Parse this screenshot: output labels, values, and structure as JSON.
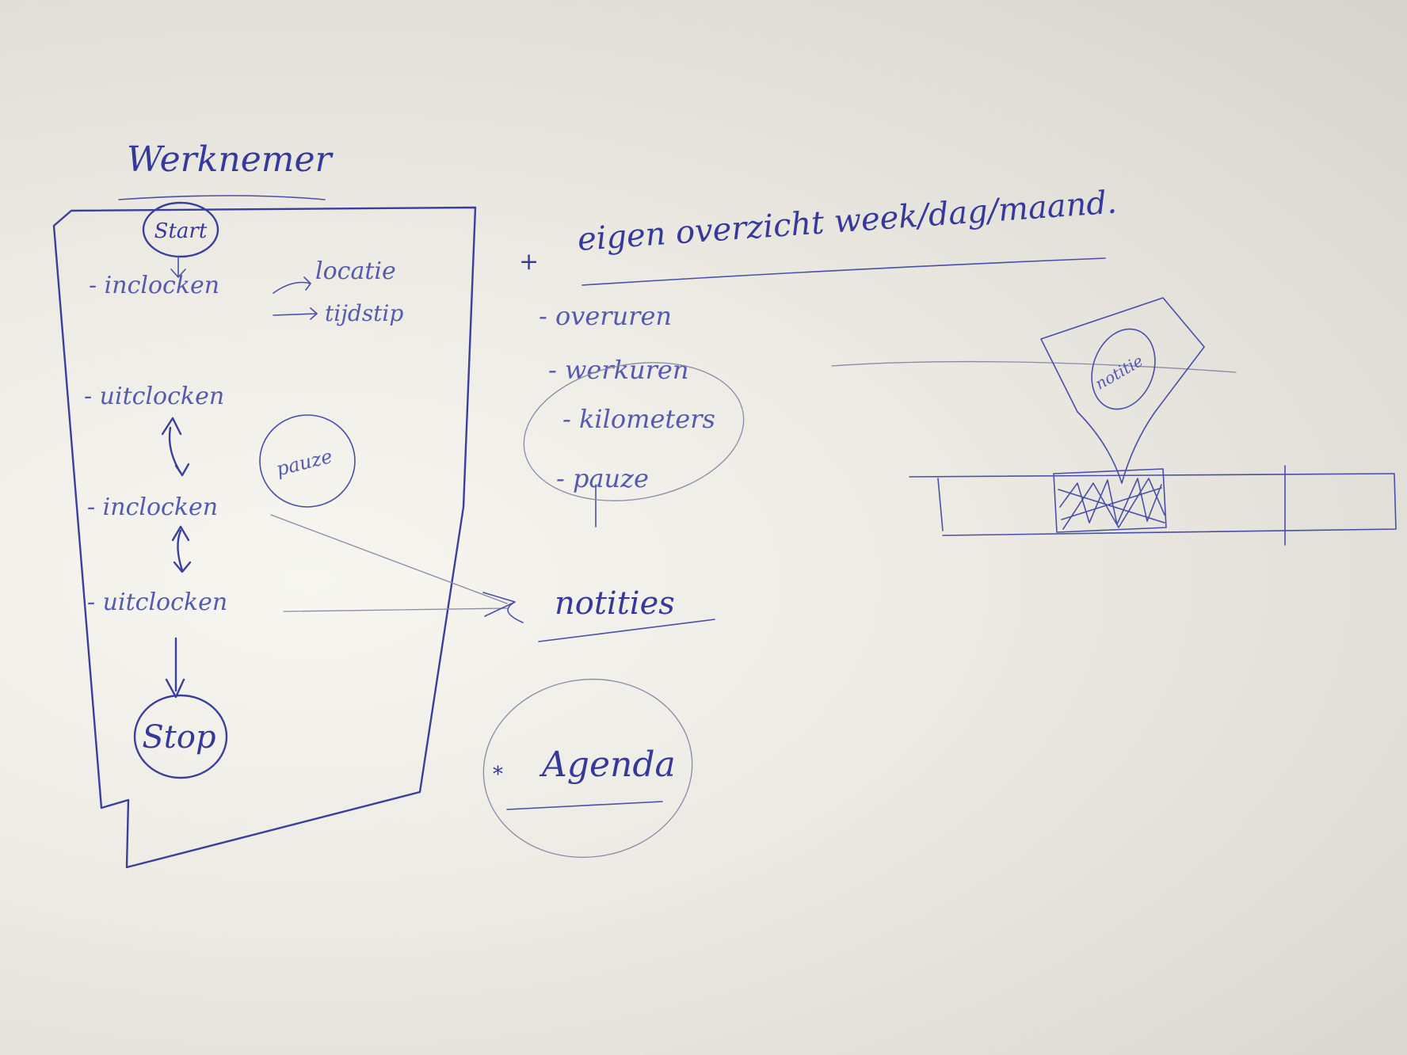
{
  "title": "Werknemer",
  "flow": {
    "start": "Start",
    "stop": "Stop",
    "steps": [
      "- inclocken",
      "- uitclocken",
      "- inclocken",
      "- uitclocken"
    ],
    "side_items": [
      "locatie",
      "tijdstip"
    ],
    "pause": "pauze"
  },
  "overview": {
    "heading": "eigen overzicht week/dag/maand.",
    "items": [
      "- overuren",
      "- werkuren",
      "- kilometers",
      "- pauze"
    ]
  },
  "notes_label": "notities",
  "agenda_label": "Agenda",
  "popup_label": "notitie",
  "ink_color": "#36399a"
}
